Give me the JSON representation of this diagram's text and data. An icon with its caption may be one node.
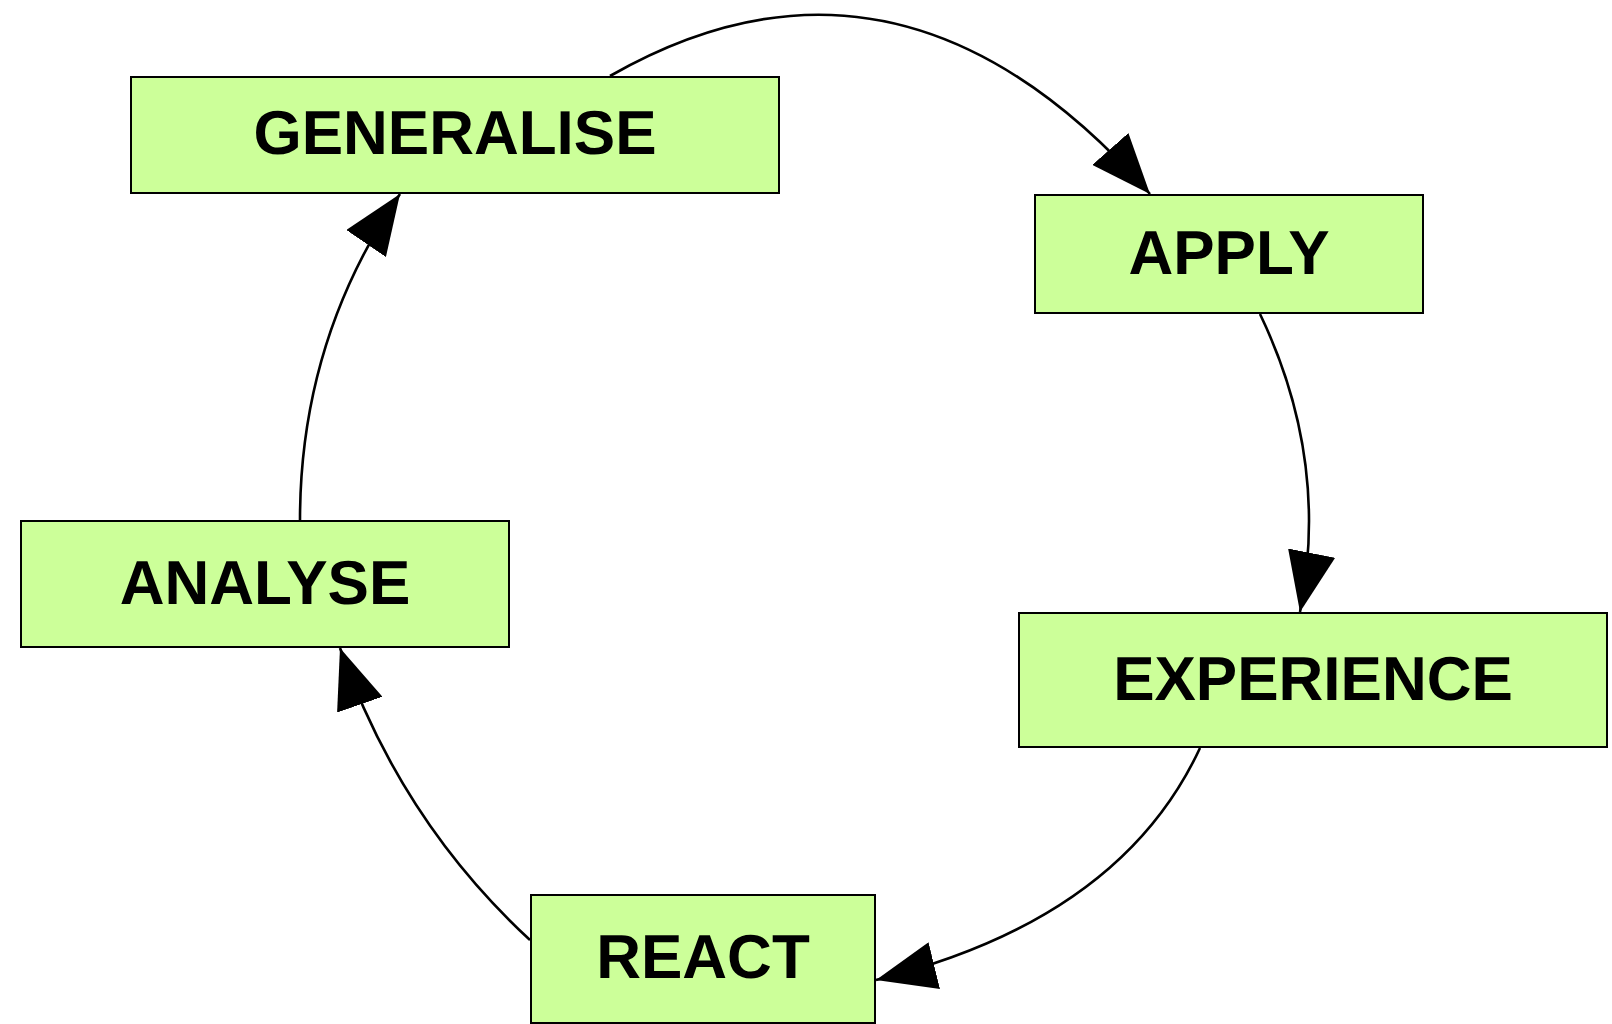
{
  "diagram": {
    "nodes": [
      {
        "text": [
          "GENERALISE"
        ]
      },
      {
        "text": [
          "APPLY"
        ]
      },
      {
        "text": [
          "EXPERIENCE"
        ]
      },
      {
        "text": [
          "REACT"
        ]
      },
      {
        "text": [
          "ANALYSE"
        ]
      }
    ],
    "edges": [
      {
        "from": 0,
        "to": 1,
        "arrow": "to"
      },
      {
        "from": 1,
        "to": 2,
        "arrow": "to"
      },
      {
        "from": 2,
        "to": 3,
        "arrow": "to"
      },
      {
        "from": 3,
        "to": 4,
        "arrow": "to"
      },
      {
        "from": 4,
        "to": 0,
        "arrow": "to"
      }
    ]
  }
}
